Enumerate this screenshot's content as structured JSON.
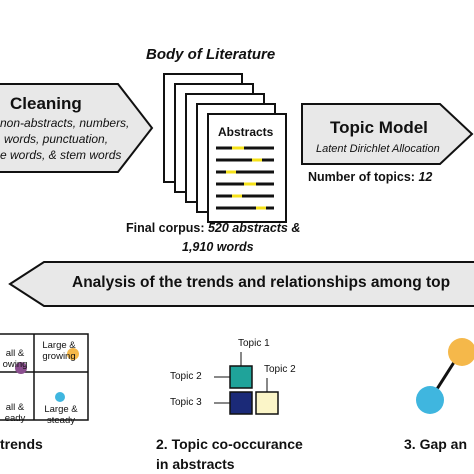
{
  "top": {
    "literature_title": "Body of Literature",
    "cleaning": {
      "title": "Cleaning",
      "lines": [
        "non-abstracts, numbers,",
        "words, punctuation,",
        "e words, & stem words"
      ]
    },
    "abstracts_label": "Abstracts",
    "topic_model": {
      "title": "Topic Model",
      "subtitle": "Latent Dirichlet Allocation"
    },
    "num_topics": {
      "label": "Number of topics:",
      "value": "12"
    },
    "final_corpus": {
      "label": "Final corpus:",
      "value_line1": "520 abstracts &",
      "value_line2": "1,910 words"
    }
  },
  "banner": {
    "text": "Analysis of the trends and relationships among top"
  },
  "bottom": {
    "quadrants": {
      "top_left": [
        "all &",
        "owing"
      ],
      "top_right": [
        "Large &",
        "growing"
      ],
      "bottom_left": [
        "all &",
        "eady"
      ],
      "bottom_right": [
        "Large &",
        "steady"
      ]
    },
    "cooccurrence": {
      "topic1": "Topic 1",
      "topic2_top": "Topic 2",
      "topic2_left": "Topic 2",
      "topic3": "Topic 3"
    },
    "labels": {
      "trends": "trends",
      "cooc_line1": "2. Topic co-occurance",
      "cooc_line2": "in abstracts",
      "gap": "3. Gap an"
    }
  },
  "colors": {
    "arrow_fill": "#e8e8e8",
    "highlight_yellow": "#f5e11a",
    "dot_purple": "#8b4f8f",
    "dot_orange": "#f5b84a",
    "dot_blue": "#3fb6df",
    "teal": "#1fa39a",
    "navy": "#1b2a78",
    "cream": "#fbf5c8"
  }
}
